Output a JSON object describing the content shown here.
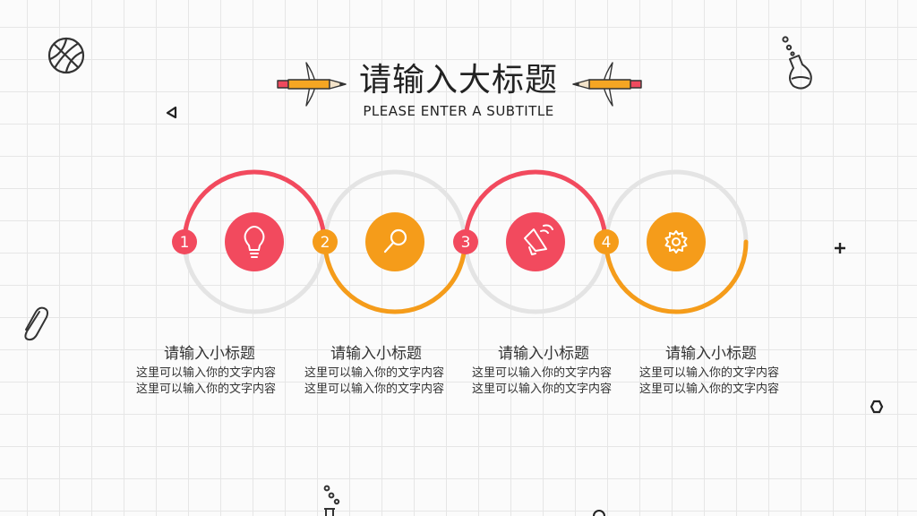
{
  "header": {
    "title": "请输入大标题",
    "subtitle": "PLEASE ENTER A SUBTITLE"
  },
  "steps": [
    {
      "number": "1",
      "icon": "lightbulb-icon",
      "title": "请输入小标题",
      "text": "这里可以输入你的文字内容这里可以输入你的文字内容"
    },
    {
      "number": "2",
      "icon": "magnifier-icon",
      "title": "请输入小标题",
      "text": "这里可以输入你的文字内容这里可以输入你的文字内容"
    },
    {
      "number": "3",
      "icon": "megaphone-icon",
      "title": "请输入小标题",
      "text": "这里可以输入你的文字内容这里可以输入你的文字内容"
    },
    {
      "number": "4",
      "icon": "gear-icon",
      "title": "请输入小标题",
      "text": "这里可以输入你的文字内容这里可以输入你的文字内容"
    }
  ],
  "colors": {
    "red": "#f24a5e",
    "orange": "#f59c1a",
    "ring": "#e3e3e3"
  },
  "decorations": [
    "basketball-icon",
    "flask-icon",
    "paperclip-icon",
    "test-tube-icon",
    "triangle-icon",
    "plus-icon",
    "hexagon-icon",
    "rocket-pencil-icon"
  ]
}
